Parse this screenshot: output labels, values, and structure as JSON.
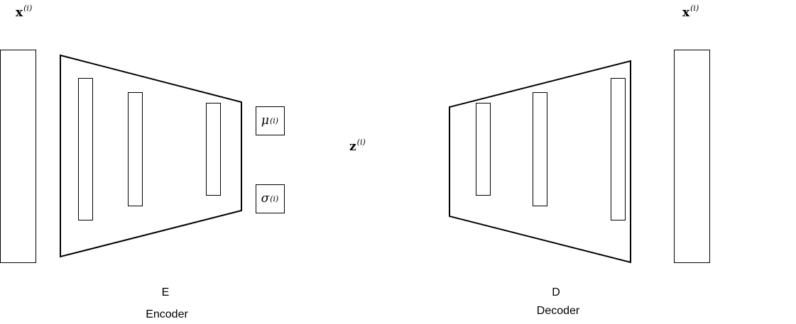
{
  "input": {
    "label_base": "x",
    "label_sup": "(i)"
  },
  "output": {
    "label_base": "x",
    "label_sup": "(i)"
  },
  "encoder": {
    "symbol": "E",
    "name": "Encoder",
    "mu_base": "μ",
    "mu_sup": "(i)",
    "sigma_base": "σ",
    "sigma_sup": "(i)"
  },
  "latent": {
    "label_base": "z",
    "label_sup": "(i)"
  },
  "decoder": {
    "symbol": "D",
    "name": "Decoder"
  }
}
